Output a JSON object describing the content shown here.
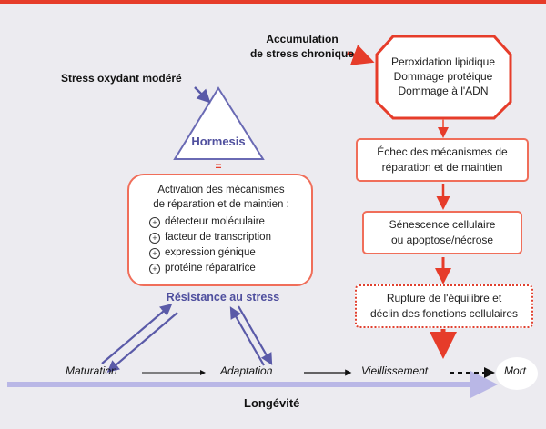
{
  "colors": {
    "red": "#e63c2a",
    "salmon": "#f06e5a",
    "purple": "#4f4f9e",
    "timeline": "#b9b7e6"
  },
  "left": {
    "stress_label": "Stress oxydant modéré",
    "triangle_label": "Hormesis",
    "equals": "=",
    "activation_title_1": "Activation des mécanismes",
    "activation_title_2": "de réparation et de maintien :",
    "items": [
      "détecteur moléculaire",
      "facteur de transcription",
      "expression génique",
      "protéine réparatrice"
    ],
    "resistance_label": "Résistance au stress"
  },
  "right": {
    "accum_1": "Accumulation",
    "accum_2": "de stress chronique",
    "octagon_lines": [
      "Peroxidation lipidique",
      "Dommage protéique",
      "Dommage à l'ADN"
    ],
    "box1": [
      "Échec des mécanismes de",
      "réparation et de maintien"
    ],
    "box2": [
      "Sénescence cellulaire",
      "ou apoptose/nécrose"
    ],
    "box3": [
      "Rupture de l'équilibre et",
      "déclin des fonctions cellulaires"
    ]
  },
  "timeline": {
    "stages": [
      "Maturation",
      "Adaptation",
      "Vieillissement",
      "Mort"
    ],
    "axis_label": "Longévité"
  }
}
